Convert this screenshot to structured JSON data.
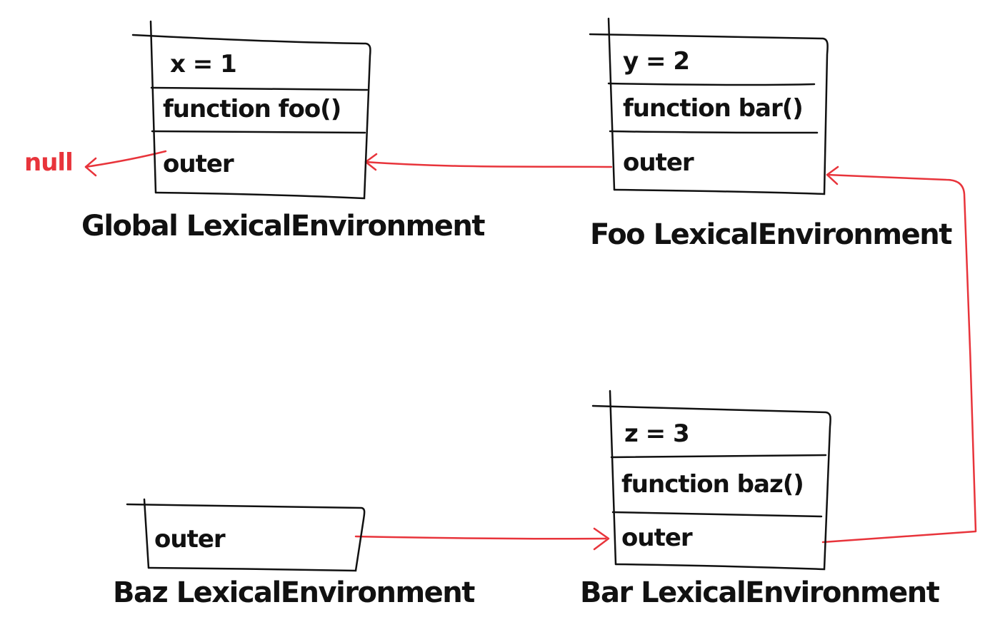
{
  "colors": {
    "ink": "#111111",
    "pointer": "#e8343b"
  },
  "null_label": "null",
  "environments": {
    "global": {
      "caption": "Global LexicalEnvironment",
      "rows": [
        "x = 1",
        "function foo()",
        "outer"
      ]
    },
    "foo": {
      "caption": "Foo LexicalEnvironment",
      "rows": [
        "y = 2",
        "function bar()",
        "outer"
      ]
    },
    "bar": {
      "caption": "Bar LexicalEnvironment",
      "rows": [
        "z = 3",
        "function baz()",
        "outer"
      ]
    },
    "baz": {
      "caption": "Baz LexicalEnvironment",
      "rows": [
        "outer"
      ]
    }
  }
}
